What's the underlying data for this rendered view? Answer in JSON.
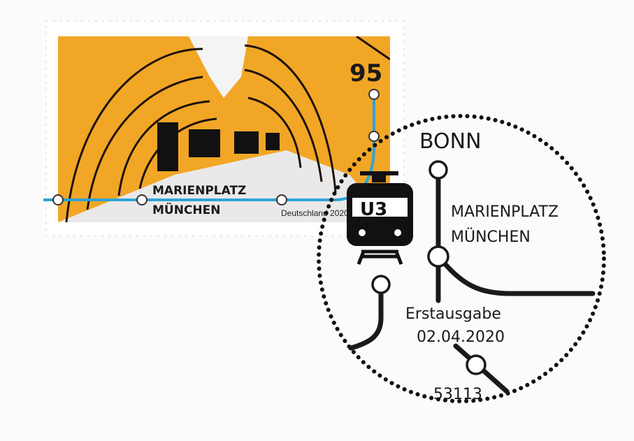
{
  "stamp": {
    "value": "95",
    "station_line1": "MARIENPLATZ",
    "station_line2": "MÜNCHEN",
    "country_year": "Deutschland 2020",
    "line_color": "#2ea3d6",
    "tile_color": "#f2a626"
  },
  "postmark": {
    "city": "BONN",
    "station_line1": "MARIENPLATZ",
    "station_line2": "MÜNCHEN",
    "label": "Erstausgabe",
    "date": "02.04.2020",
    "postcode": "53113",
    "line_badge": "U3",
    "ink_color": "#1a1a1a"
  }
}
